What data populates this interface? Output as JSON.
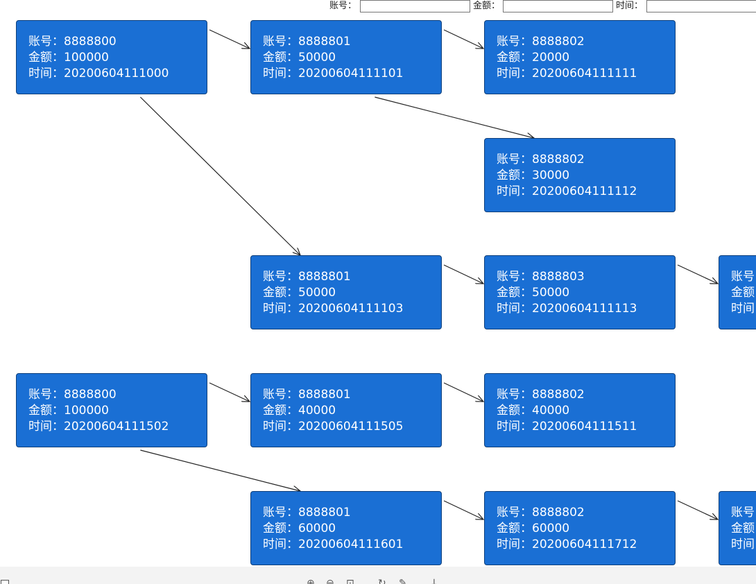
{
  "filter": {
    "account_label": "账号：",
    "amount_label": "金额：",
    "time_label": "时间：",
    "account_value": "",
    "amount_value": "",
    "time_value": ""
  },
  "field_labels": {
    "account": "账号：",
    "amount": "金额：",
    "time": "时间："
  },
  "nodes": [
    {
      "account": "8888800",
      "amount": "100000",
      "time": "20200604111000"
    },
    {
      "account": "8888801",
      "amount": "50000",
      "time": "20200604111101"
    },
    {
      "account": "8888802",
      "amount": "20000",
      "time": "20200604111111"
    },
    {
      "account": "8888802",
      "amount": "30000",
      "time": "20200604111112"
    },
    {
      "account": "8888801",
      "amount": "50000",
      "time": "20200604111103"
    },
    {
      "account": "8888803",
      "amount": "50000",
      "time": "20200604111113"
    },
    {
      "account": "8888800",
      "amount": "100000",
      "time": "20200604111502"
    },
    {
      "account": "8888801",
      "amount": "40000",
      "time": "20200604111505"
    },
    {
      "account": "8888802",
      "amount": "40000",
      "time": "20200604111511"
    },
    {
      "account": "8888801",
      "amount": "60000",
      "time": "20200604111601"
    },
    {
      "account": "8888802",
      "amount": "60000",
      "time": "20200604111712"
    },
    {
      "account": "",
      "amount": "",
      "time": ""
    },
    {
      "account": "",
      "amount": "",
      "time": ""
    }
  ],
  "edges": [
    {
      "from": 0,
      "to": 1
    },
    {
      "from": 1,
      "to": 2
    },
    {
      "from": 1,
      "to": 3
    },
    {
      "from": 0,
      "to": 4
    },
    {
      "from": 4,
      "to": 5
    },
    {
      "from": 5,
      "to": 11
    },
    {
      "from": 6,
      "to": 7
    },
    {
      "from": 7,
      "to": 8
    },
    {
      "from": 6,
      "to": 9
    },
    {
      "from": 9,
      "to": 10
    },
    {
      "from": 10,
      "to": 12
    }
  ],
  "toolbar": {
    "icons": [
      "zoom-in-icon",
      "zoom-out-icon",
      "fit-screen-icon",
      "rotate-icon",
      "edit-icon",
      "download-icon"
    ]
  }
}
